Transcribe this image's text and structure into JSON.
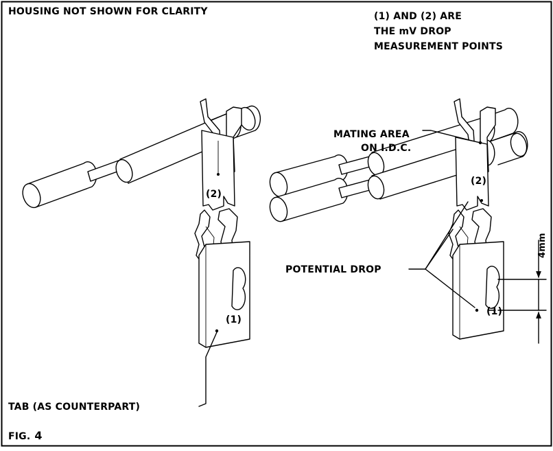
{
  "figure": {
    "header_left": "HOUSING NOT SHOWN FOR CLARITY",
    "note_lines": [
      "(1) AND (2) ARE",
      "THE mV DROP",
      "MEASUREMENT POINTS"
    ],
    "label_mating_1": "MATING AREA",
    "label_mating_2": "ON I.D.C.",
    "label_point_2_left": "(2)",
    "label_point_1_left": "(1)",
    "label_point_2_right": "(2)",
    "label_point_1_right": "(1)",
    "label_potential_drop": "POTENTIAL DROP",
    "label_dimension": "4mm",
    "label_tab": "TAB (AS COUNTERPART)",
    "fig_prefix": "FIG.",
    "fig_number": "4"
  }
}
